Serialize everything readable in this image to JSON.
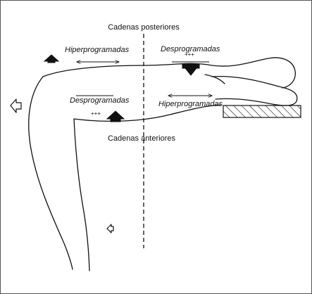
{
  "labels": {
    "top": "Cadenas posteriores",
    "bottom": "Cadenas anteriores",
    "upper_left": "Hiperprogramadas",
    "upper_right": "Desprogramadas",
    "lower_left": "Desprogramadas",
    "lower_right": "Hiperprogramadas",
    "plus_marks": "+++"
  },
  "colors": {
    "ink": "#111111",
    "background": "#ffffff",
    "frame": "#555555"
  }
}
